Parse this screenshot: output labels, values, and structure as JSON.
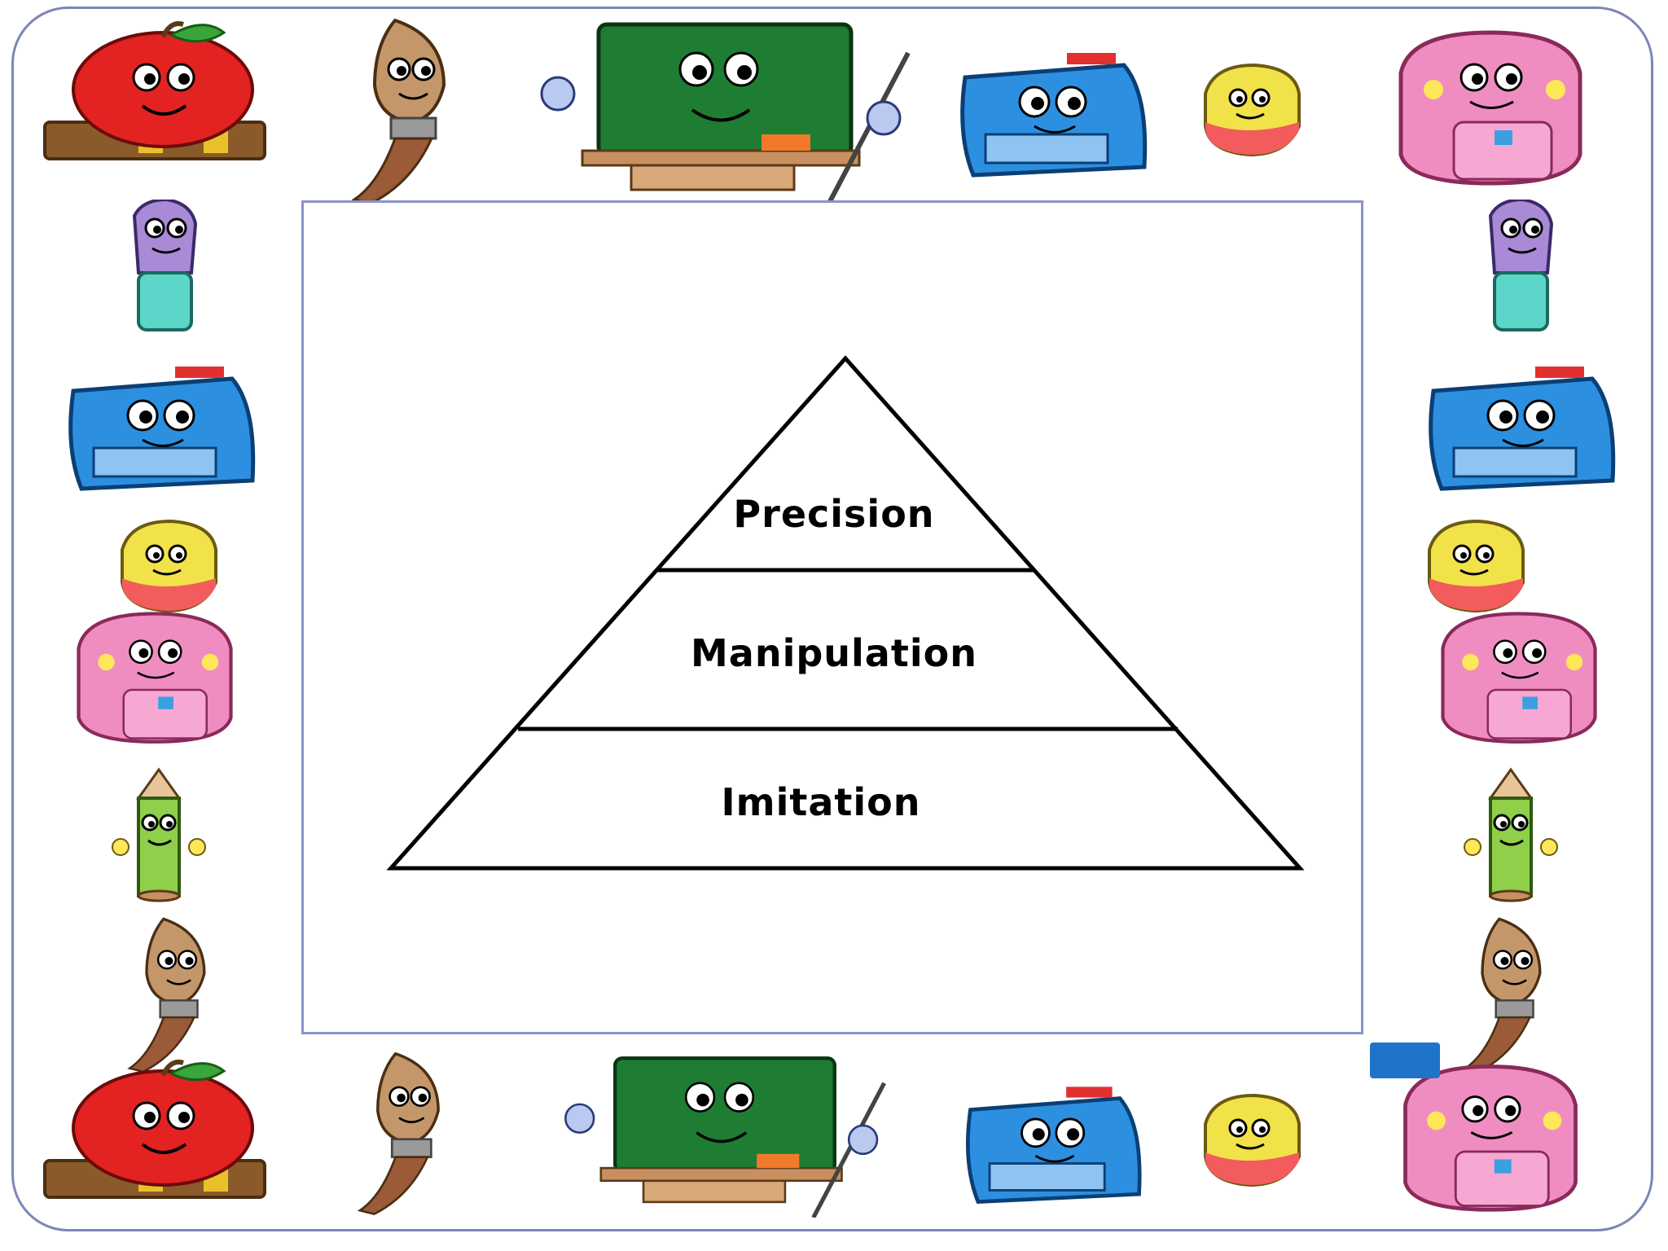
{
  "diagram": {
    "type": "pyramid",
    "levels": [
      {
        "label": "Precision"
      },
      {
        "label": "Manipulation"
      },
      {
        "label": "Imitation"
      }
    ]
  },
  "decorations": {
    "icons": [
      "apple-on-book",
      "paintbrush",
      "chalkboard",
      "folder",
      "eraser",
      "backpack",
      "marker",
      "pencil"
    ],
    "colors": {
      "frame": "#7d86b8",
      "panel_border": "#8a94c8",
      "apple": "#e32222",
      "chalkboard": "#1e7d33",
      "folder": "#2d8fe0",
      "backpack": "#f08dc0",
      "eraser": "#f2e24a",
      "marker": "#a88ad6",
      "pencil": "#8fcf4a",
      "brush": "#b07a4e"
    }
  }
}
